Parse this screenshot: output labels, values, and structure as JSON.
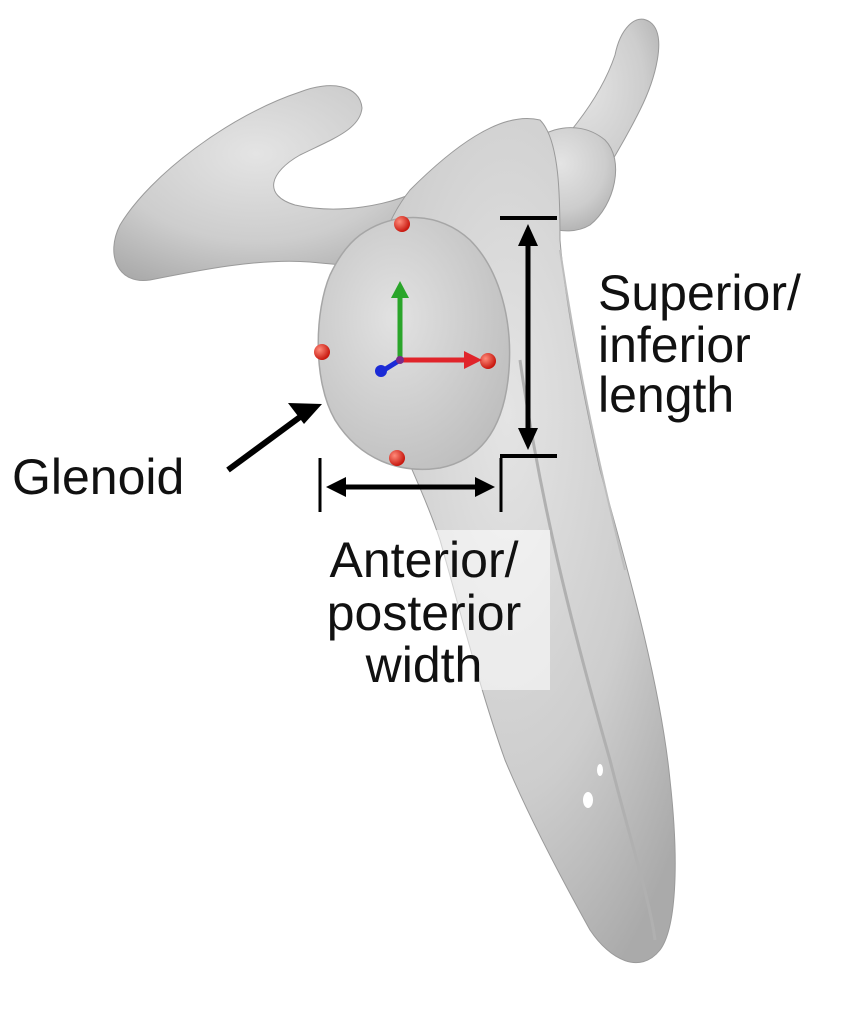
{
  "labels": {
    "glenoid": "Glenoid",
    "si_line1": "Superior/",
    "si_line2": "inferior",
    "si_line3": "length",
    "ap_line1": "Anterior/",
    "ap_line2": "posterior",
    "ap_line3": "width"
  },
  "colors": {
    "bone": "#cfcfcf",
    "bone_light": "#dedede",
    "bone_shadow": "#a9a9a9",
    "landmark": "#d9231a",
    "axis_x": "#e0242a",
    "axis_y": "#2aa52a",
    "axis_z": "#1b2bd6",
    "arrow": "#000000"
  },
  "icons": [
    "landmark-marker",
    "coordinate-axes"
  ]
}
